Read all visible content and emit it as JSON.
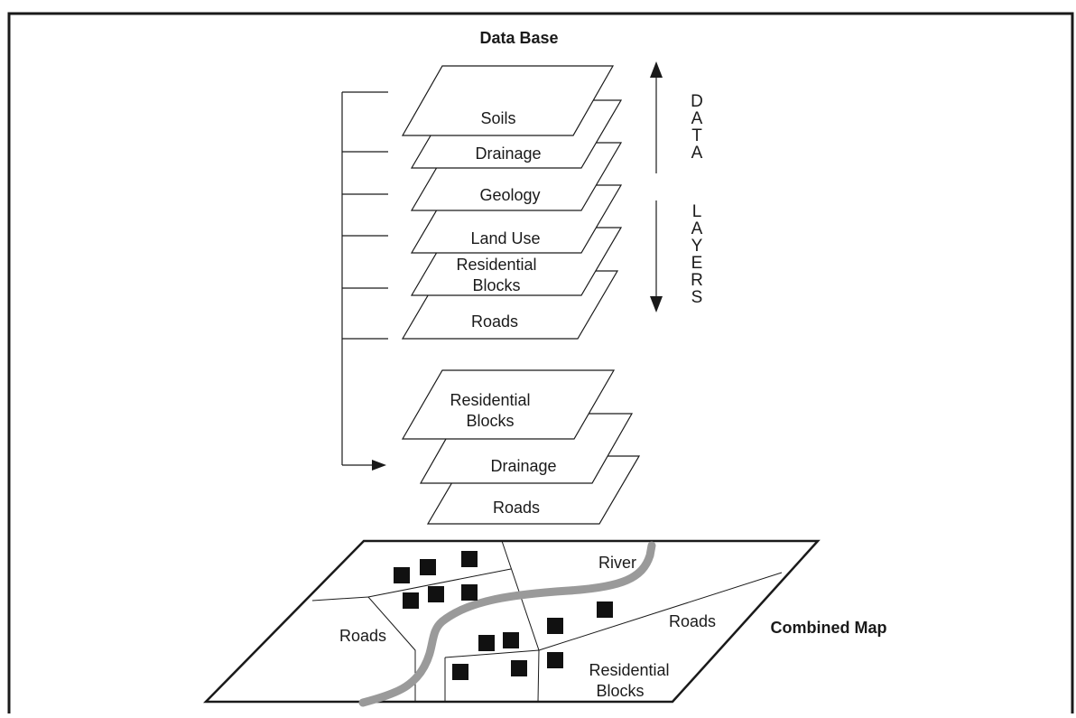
{
  "title": "Data Base",
  "data_layers": [
    "Soils",
    "Drainage",
    "Geology",
    "Land Use",
    [
      "Residential",
      "Blocks"
    ],
    "Roads"
  ],
  "side_label_top": [
    "D",
    "A",
    "T",
    "A"
  ],
  "side_label_bottom": [
    "L",
    "A",
    "Y",
    "E",
    "R",
    "S"
  ],
  "selected_layers": [
    [
      "Residential",
      "Blocks"
    ],
    "Drainage",
    "Roads"
  ],
  "combined_map": {
    "label": "Combined Map",
    "river_label": "River",
    "roads_left_label": "Roads",
    "roads_right_label": "Roads",
    "residential_label": [
      "Residential",
      "Blocks"
    ]
  },
  "colors": {
    "line": "#1a1a1a",
    "river": "#9a9a9a",
    "block": "#111111"
  }
}
